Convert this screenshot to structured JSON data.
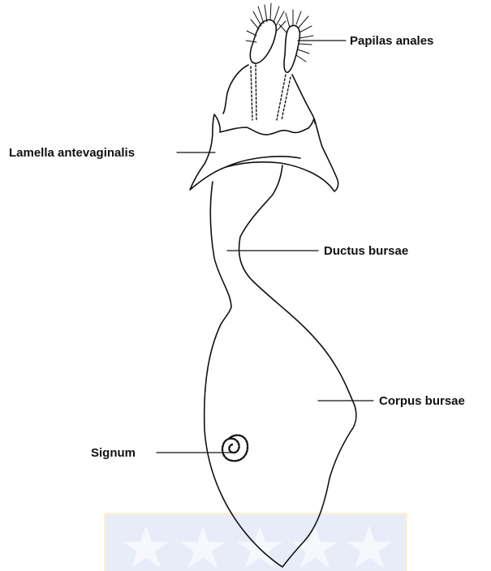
{
  "figure": {
    "labels": {
      "papilas": "Papilas anales",
      "lamella": "Lamella antevaginalis",
      "ductus": "Ductus bursae",
      "corpus": "Corpus bursae",
      "signum": "Signum"
    }
  },
  "colors": {
    "ink": "#111111",
    "watermark_bg": "#e7ecf8",
    "watermark_star": "#f6f8fd",
    "watermark_border": "#fff2cc"
  }
}
